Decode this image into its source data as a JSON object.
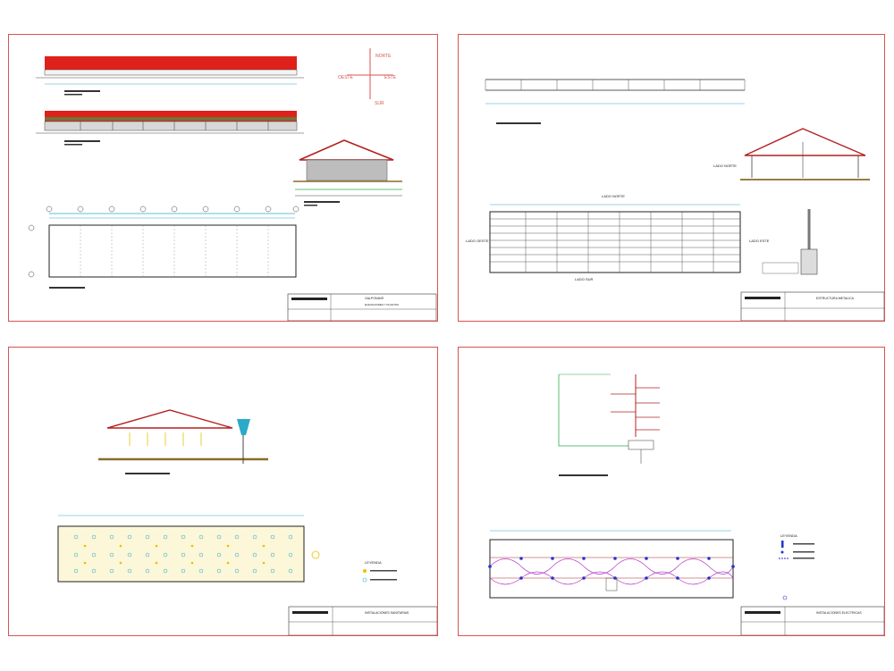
{
  "sheets": {
    "s1": {
      "orientation": {
        "north": "NORTE",
        "south": "SUR",
        "east": "ESTE",
        "west": "OESTE"
      },
      "tb_title": "GALPONAVE",
      "tb_sub": "ELEVACIONES Y PLANTAS"
    },
    "s2": {
      "label_side_left": "LADO NORTE",
      "label_plan_top": "LADO NORTE",
      "label_plan_left": "LADO OESTE",
      "label_plan_right": "LADO ESTE",
      "label_plan_bottom": "LADO SUR",
      "tb_title": "ESTRUCTURA METALICA"
    },
    "s3": {
      "legend_title": "LEYENDA",
      "tb_title": "INSTALACIONES SANITARIAS"
    },
    "s4": {
      "legend_title": "LEYENDA",
      "tb_title": "INSTALACIONES ELECTRICAS"
    }
  },
  "colors": {
    "border": "#d9534f",
    "roof": "#e0201a",
    "line": "#222222",
    "cyan": "#2aa9c9",
    "green": "#2fa84f",
    "blue": "#2233cc",
    "purple": "#b23bc7",
    "magenta": "#d42fa8",
    "yellow": "#e6c200",
    "brown": "#8a6a2a",
    "gray": "#9a9a9a",
    "dark_red": "#b32020"
  }
}
